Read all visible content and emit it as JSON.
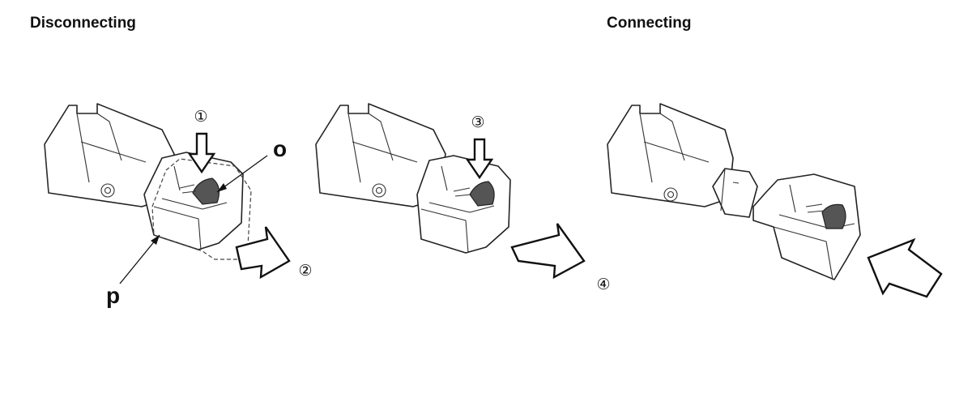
{
  "headings": {
    "disconnecting": "Disconnecting",
    "connecting": "Connecting"
  },
  "callouts": {
    "o": "o",
    "p": "p"
  },
  "steps": [
    "①",
    "②",
    "③",
    "④"
  ]
}
